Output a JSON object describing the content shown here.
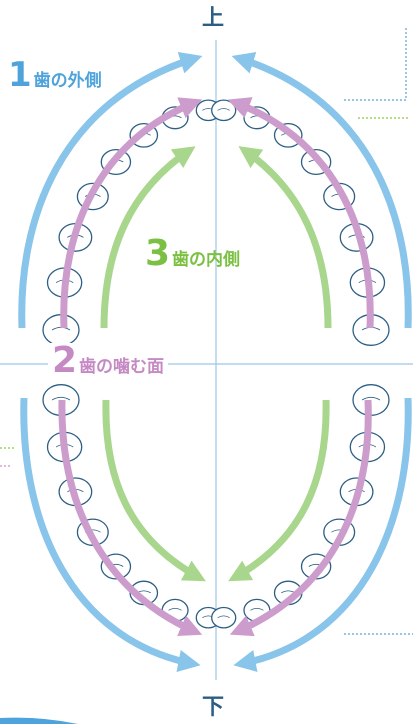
{
  "labels": {
    "top": "上",
    "bottom": "下",
    "outer_num": "1",
    "outer_text": "歯の外側",
    "biting_num": "2",
    "biting_text": "歯の噛む面",
    "inner_num": "3",
    "inner_text": "歯の内側"
  },
  "colors": {
    "outer": "#89c4eb",
    "biting": "#cc9ccc",
    "inner": "#a8d68c",
    "axis": "#9cc7e6",
    "leader_blue": "#5aa2d8",
    "leader_green": "#8cc63f",
    "leader_pink": "#d18fc8"
  }
}
